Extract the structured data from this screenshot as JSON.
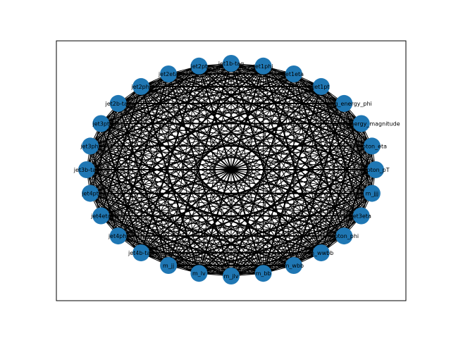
{
  "graph": {
    "colors": {
      "node": "#1f77b4",
      "edge": "#000000",
      "label": "#000000",
      "frame": "#000000"
    },
    "nodes": [
      {
        "id": "jet1b-tag"
      },
      {
        "id": "jet1phi"
      },
      {
        "id": "jet1eta"
      },
      {
        "id": "jet1pt"
      },
      {
        "id": "missing_energy_phi"
      },
      {
        "id": "missing_energy_magnitude"
      },
      {
        "id": "lepton_eta"
      },
      {
        "id": "lepton_pT"
      },
      {
        "id": "m_jjj"
      },
      {
        "id": "jet3eta"
      },
      {
        "id": "lepton_phi"
      },
      {
        "id": "m_wwbb"
      },
      {
        "id": "m_wbb"
      },
      {
        "id": "m_bb"
      },
      {
        "id": "m_jlv"
      },
      {
        "id": "m_lv"
      },
      {
        "id": "m_jj"
      },
      {
        "id": "jet4b-tag"
      },
      {
        "id": "jet4phi"
      },
      {
        "id": "jet4eta"
      },
      {
        "id": "jet4pt"
      },
      {
        "id": "jet3b-tag"
      },
      {
        "id": "jet3phi"
      },
      {
        "id": "jet3pt"
      },
      {
        "id": "jet2b-tag"
      },
      {
        "id": "jet2phi"
      },
      {
        "id": "jet2eta"
      },
      {
        "id": "jet2pt"
      }
    ]
  }
}
